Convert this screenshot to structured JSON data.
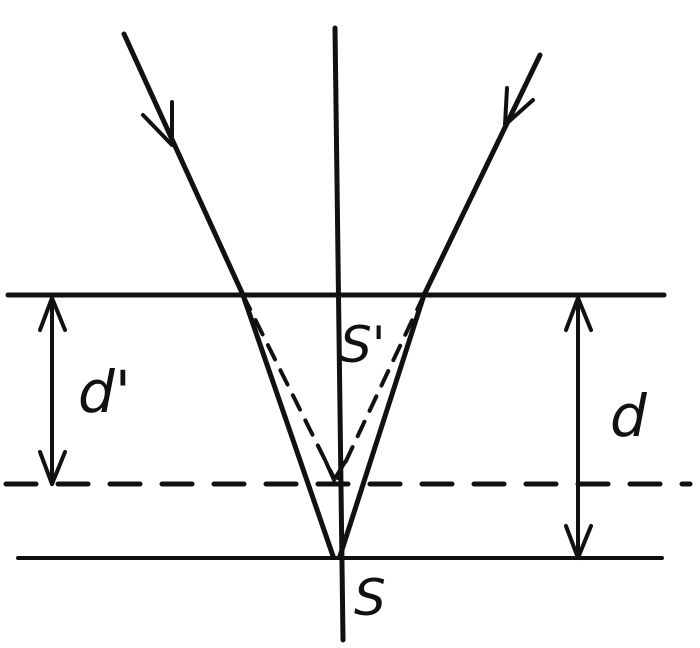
{
  "labels": {
    "d_prime": "d'",
    "d": "d",
    "s_prime": "S'",
    "s": "S"
  }
}
